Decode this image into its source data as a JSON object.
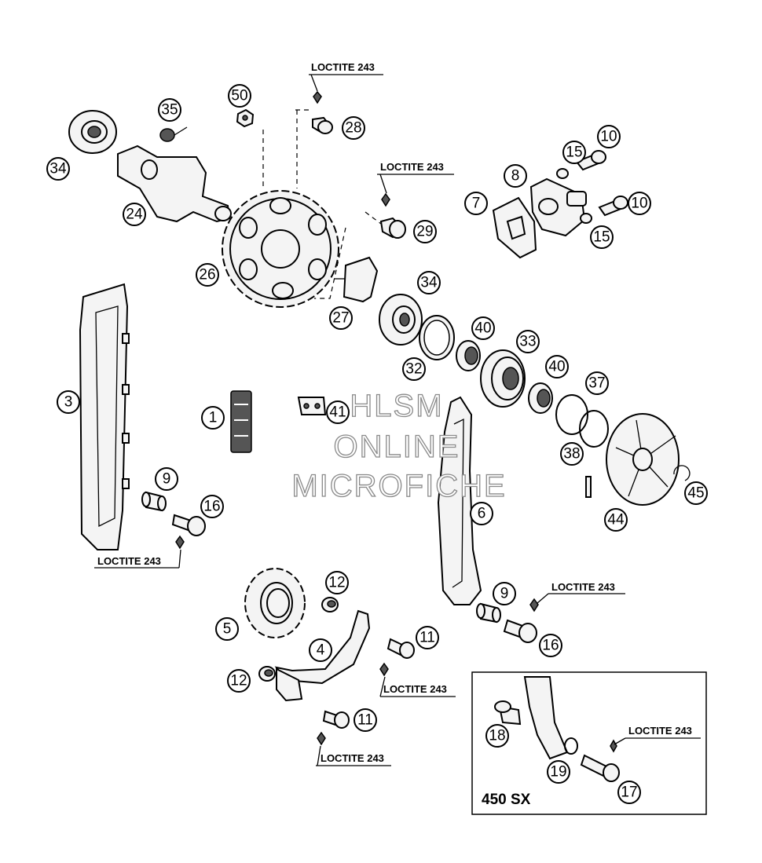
{
  "callouts": {
    "c50": "50",
    "c35": "35",
    "c34a": "34",
    "c24": "24",
    "c28": "28",
    "c29": "29",
    "c26": "26",
    "c27": "27",
    "c15a": "15",
    "c10a": "10",
    "c8": "8",
    "c7": "7",
    "c10b": "10",
    "c15b": "15",
    "c34b": "34",
    "c40a": "40",
    "c33": "33",
    "c32": "32",
    "c40b": "40",
    "c37": "37",
    "c3": "3",
    "c1": "1",
    "c41": "41",
    "c38": "38",
    "c45": "45",
    "c44": "44",
    "c9a": "9",
    "c16a": "16",
    "c6": "6",
    "c12a": "12",
    "c5": "5",
    "c4": "4",
    "c11a": "11",
    "c9b": "9",
    "c16b": "16",
    "c12b": "12",
    "c11b": "11",
    "c18": "18",
    "c19": "19",
    "c17": "17"
  },
  "loctite": {
    "l1": "LOCTITE 243",
    "l2": "LOCTITE 243",
    "l3": "LOCTITE 243",
    "l4": "LOCTITE 243",
    "l5": "LOCTITE 243",
    "l6": "LOCTITE 243",
    "l7": "LOCTITE 243"
  },
  "inset": {
    "label": "450 SX"
  },
  "watermark": {
    "line1": "HLSM",
    "line2": "ONLINE",
    "line3": "MICROFICHE"
  }
}
